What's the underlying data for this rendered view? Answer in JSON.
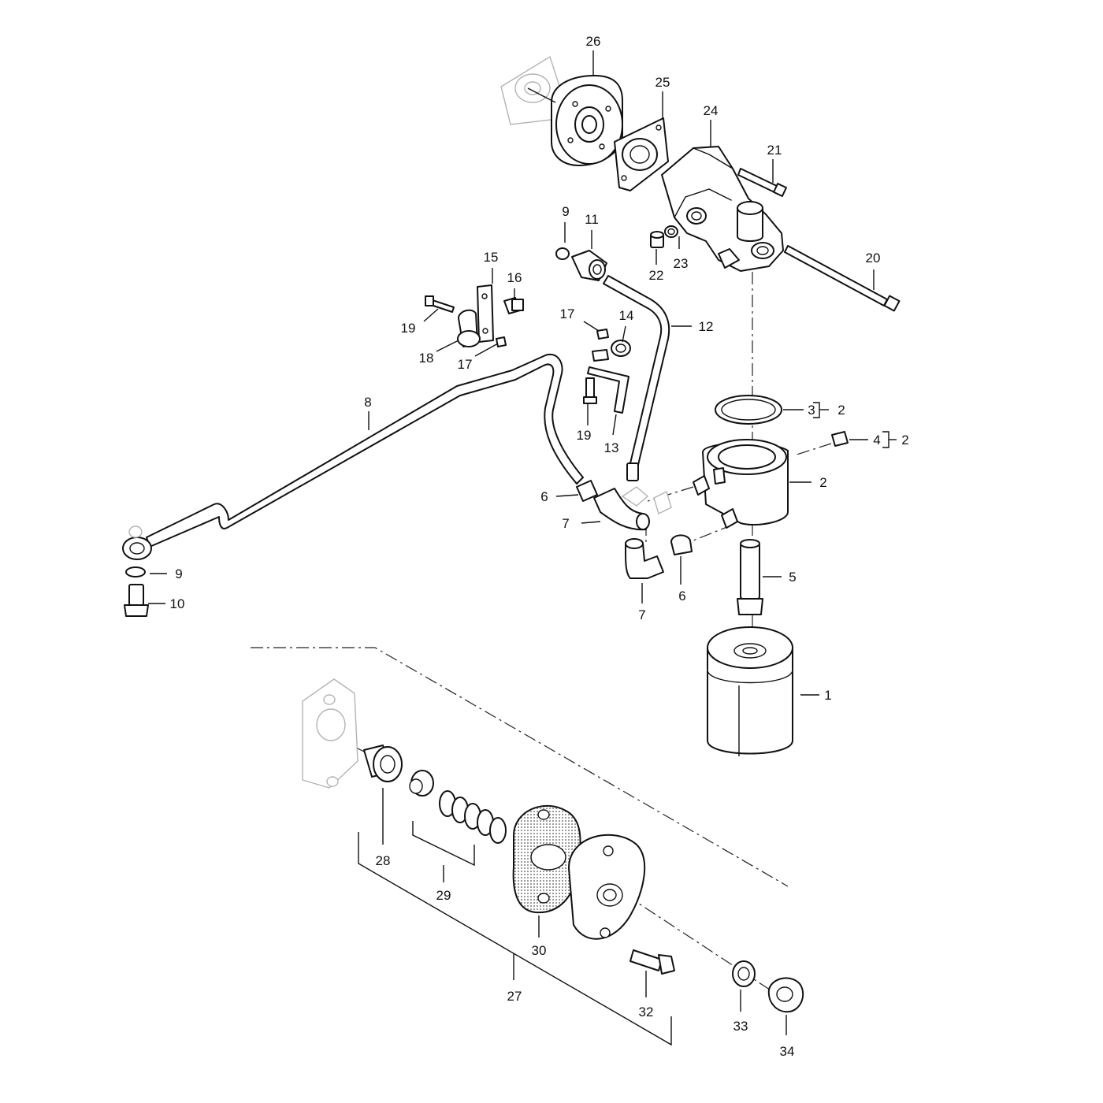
{
  "callouts": [
    {
      "id": "c1",
      "label": "1"
    },
    {
      "id": "c2a",
      "label": "2"
    },
    {
      "id": "c2b",
      "label": "2"
    },
    {
      "id": "c2c",
      "label": "2"
    },
    {
      "id": "c3",
      "label": "3"
    },
    {
      "id": "c4",
      "label": "4"
    },
    {
      "id": "c5",
      "label": "5"
    },
    {
      "id": "c6a",
      "label": "6"
    },
    {
      "id": "c6b",
      "label": "6"
    },
    {
      "id": "c7a",
      "label": "7"
    },
    {
      "id": "c7b",
      "label": "7"
    },
    {
      "id": "c8",
      "label": "8"
    },
    {
      "id": "c9a",
      "label": "9"
    },
    {
      "id": "c9b",
      "label": "9"
    },
    {
      "id": "c10",
      "label": "10"
    },
    {
      "id": "c11",
      "label": "11"
    },
    {
      "id": "c12",
      "label": "12"
    },
    {
      "id": "c13",
      "label": "13"
    },
    {
      "id": "c14",
      "label": "14"
    },
    {
      "id": "c15",
      "label": "15"
    },
    {
      "id": "c16",
      "label": "16"
    },
    {
      "id": "c17a",
      "label": "17"
    },
    {
      "id": "c17b",
      "label": "17"
    },
    {
      "id": "c18",
      "label": "18"
    },
    {
      "id": "c19a",
      "label": "19"
    },
    {
      "id": "c19b",
      "label": "19"
    },
    {
      "id": "c20",
      "label": "20"
    },
    {
      "id": "c21",
      "label": "21"
    },
    {
      "id": "c22",
      "label": "22"
    },
    {
      "id": "c23",
      "label": "23"
    },
    {
      "id": "c24",
      "label": "24"
    },
    {
      "id": "c25",
      "label": "25"
    },
    {
      "id": "c26",
      "label": "26"
    },
    {
      "id": "c27",
      "label": "27"
    },
    {
      "id": "c28",
      "label": "28"
    },
    {
      "id": "c29",
      "label": "29"
    },
    {
      "id": "c30",
      "label": "30"
    },
    {
      "id": "c32",
      "label": "32"
    },
    {
      "id": "c33",
      "label": "33"
    },
    {
      "id": "c34",
      "label": "34"
    }
  ]
}
